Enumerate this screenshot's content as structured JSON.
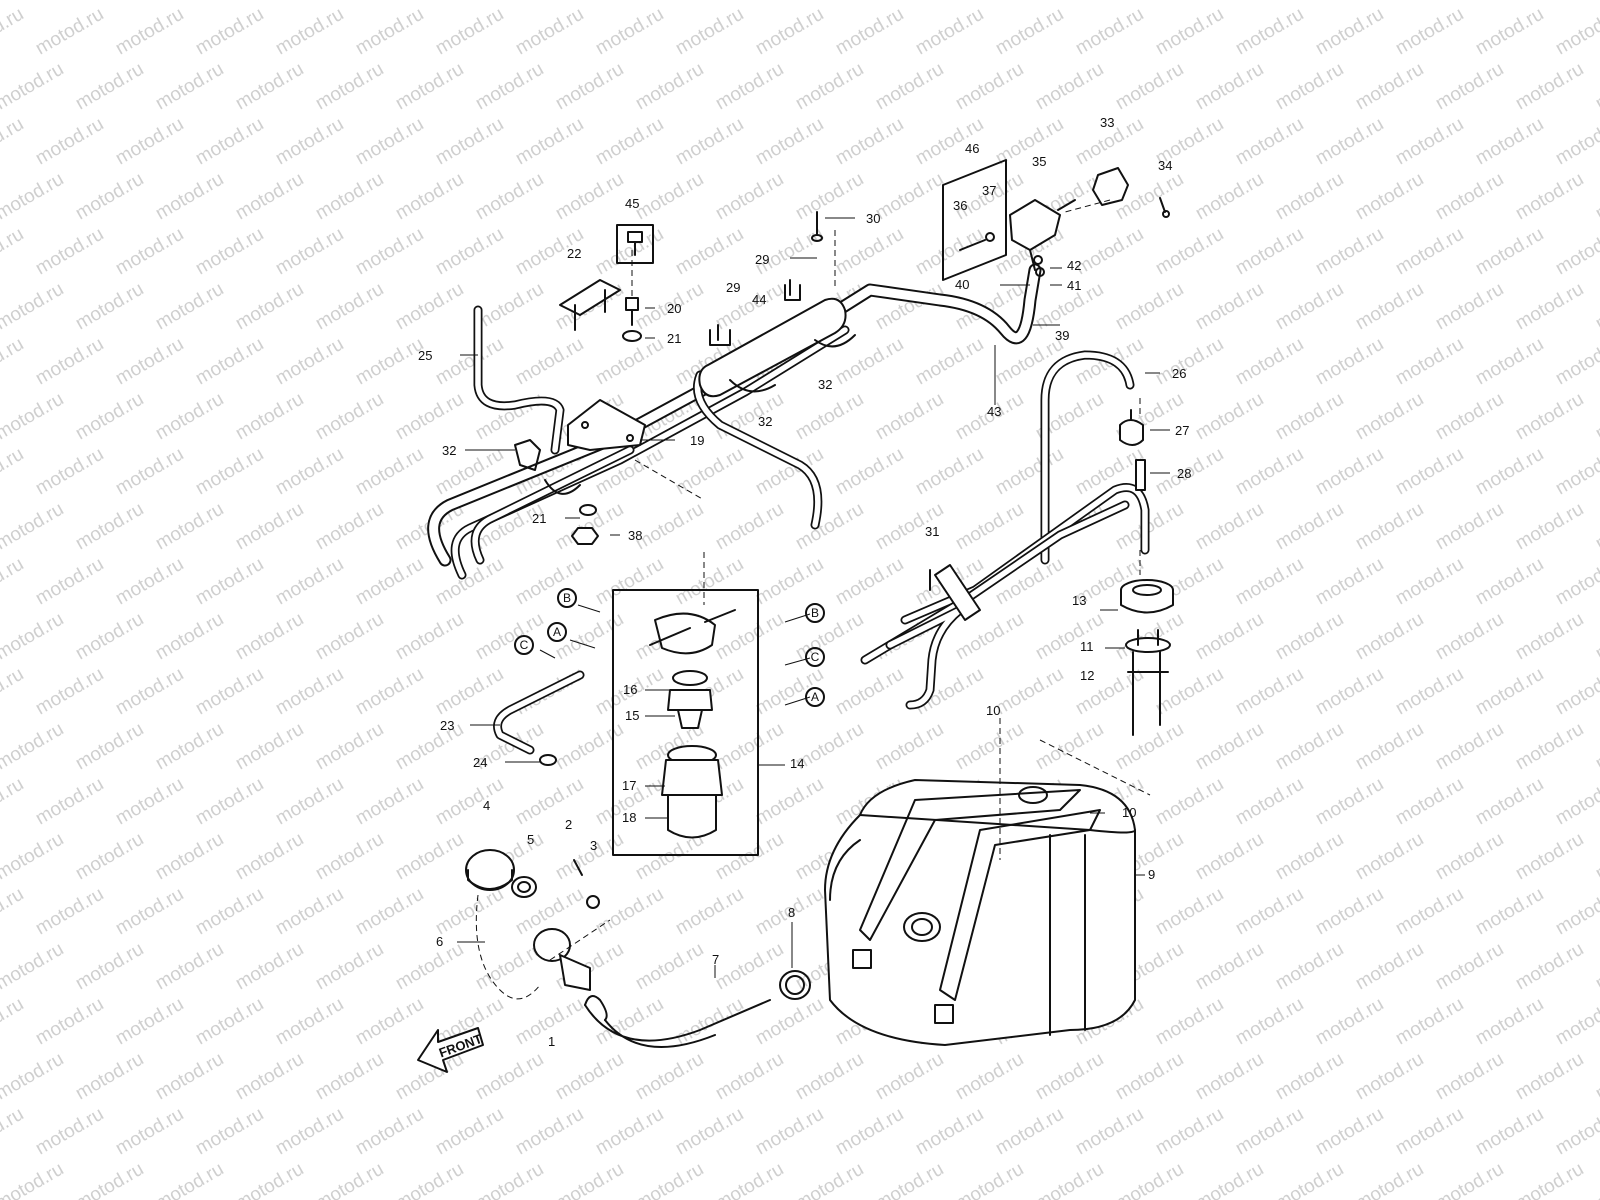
{
  "watermark": {
    "text": "motod.ru",
    "color": "#cfcfcf"
  },
  "front_arrow": {
    "label": "FRONT"
  },
  "callouts": {
    "c1": "1",
    "c2": "2",
    "c3": "3",
    "c4": "4",
    "c5": "5",
    "c6": "6",
    "c7": "7",
    "c8": "8",
    "c9": "9",
    "c10a": "10",
    "c10b": "10",
    "c11": "11",
    "c12": "12",
    "c13": "13",
    "c14": "14",
    "c15": "15",
    "c16": "16",
    "c17": "17",
    "c18": "18",
    "c19": "19",
    "c20": "20",
    "c21a": "21",
    "c21b": "21",
    "c22": "22",
    "c23": "23",
    "c24": "24",
    "c25": "25",
    "c26": "26",
    "c27": "27",
    "c28": "28",
    "c29a": "29",
    "c29b": "29",
    "c30": "30",
    "c31": "31",
    "c32a": "32",
    "c32b": "32",
    "c32c": "32",
    "c33": "33",
    "c34": "34",
    "c35": "35",
    "c36": "36",
    "c37": "37",
    "c38": "38",
    "c39": "39",
    "c40": "40",
    "c41": "41",
    "c42": "42",
    "c43": "43",
    "c44": "44",
    "c45": "45",
    "c46": "46"
  },
  "connection_markers": {
    "left_b": "B",
    "left_a": "A",
    "left_c": "C",
    "right_b": "B",
    "right_c": "C",
    "right_a": "A"
  }
}
